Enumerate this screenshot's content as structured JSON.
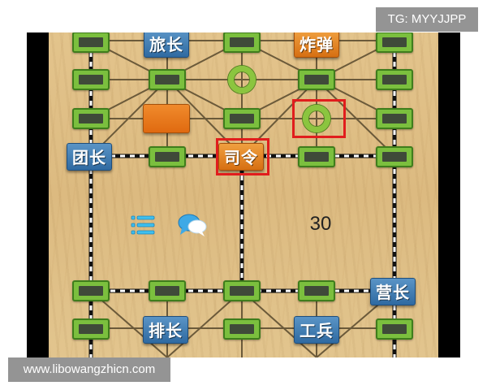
{
  "watermark_top": "TG: MYYJJPP",
  "watermark_bottom": "www.libowangzhicn.com",
  "turn_counter": "30",
  "pieces": {
    "brigade_commander": "旅长",
    "bomb": "炸弹",
    "regiment_commander": "团长",
    "commander_in_chief": "司令",
    "battalion_commander": "营长",
    "platoon_commander": "排长",
    "engineer": "工兵"
  },
  "icons": {
    "menu": "menu-icon",
    "chat": "chat-bubble-icon"
  },
  "colors": {
    "board_wood": "#dcba80",
    "post_green": "#7bbf3e",
    "camp_green": "#8bc53f",
    "own_piece_blue": "#2f6aa1",
    "enemy_piece_orange": "#d66f12",
    "selection_red": "#e11d1d",
    "railway": "#111111"
  }
}
